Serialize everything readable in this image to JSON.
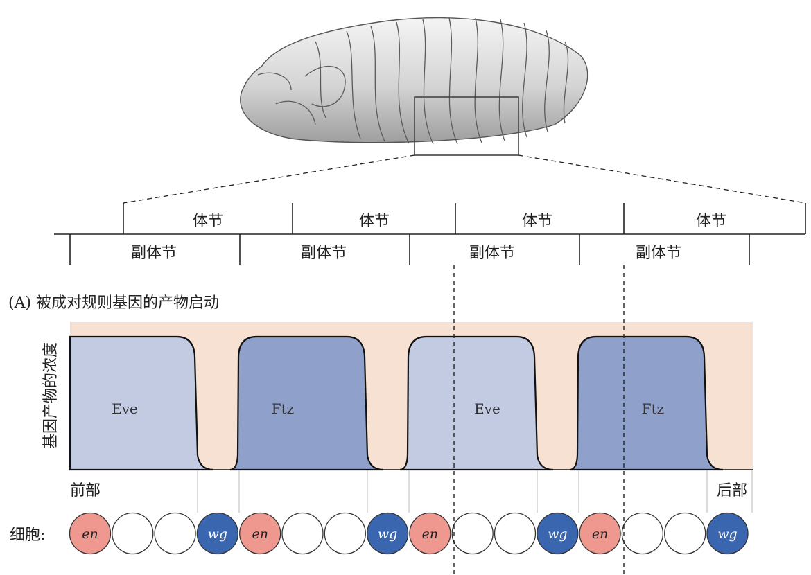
{
  "panel_title": "(A) 被成对规则基因的产物启动",
  "y_axis_label": "基因产物的浓度",
  "anterior_label": "前部",
  "posterior_label": "后部",
  "cells_label": "细胞:",
  "segment_labels": [
    "体节",
    "体节",
    "体节",
    "体节"
  ],
  "parasegment_labels": [
    "副体节",
    "副体节",
    "副体节",
    "副体节"
  ],
  "stripes": [
    {
      "gene": "Eve",
      "color": "#c3cbe3"
    },
    {
      "gene": "Ftz",
      "color": "#8fa1cb"
    },
    {
      "gene": "Eve",
      "color": "#c3cbe3"
    },
    {
      "gene": "Ftz",
      "color": "#8fa1cb"
    }
  ],
  "background_color": "#f6e1d2",
  "cells": [
    {
      "label": "en",
      "type": "en"
    },
    {
      "label": "",
      "type": "empty"
    },
    {
      "label": "",
      "type": "empty"
    },
    {
      "label": "wg",
      "type": "wg"
    },
    {
      "label": "en",
      "type": "en"
    },
    {
      "label": "",
      "type": "empty"
    },
    {
      "label": "",
      "type": "empty"
    },
    {
      "label": "wg",
      "type": "wg"
    },
    {
      "label": "en",
      "type": "en"
    },
    {
      "label": "",
      "type": "empty"
    },
    {
      "label": "",
      "type": "empty"
    },
    {
      "label": "wg",
      "type": "wg"
    },
    {
      "label": "en",
      "type": "en"
    },
    {
      "label": "",
      "type": "empty"
    },
    {
      "label": "",
      "type": "empty"
    },
    {
      "label": "wg",
      "type": "wg"
    }
  ],
  "cell_colors": {
    "en": "#ef9890",
    "wg": "#3a66b0",
    "empty": "#ffffff"
  }
}
